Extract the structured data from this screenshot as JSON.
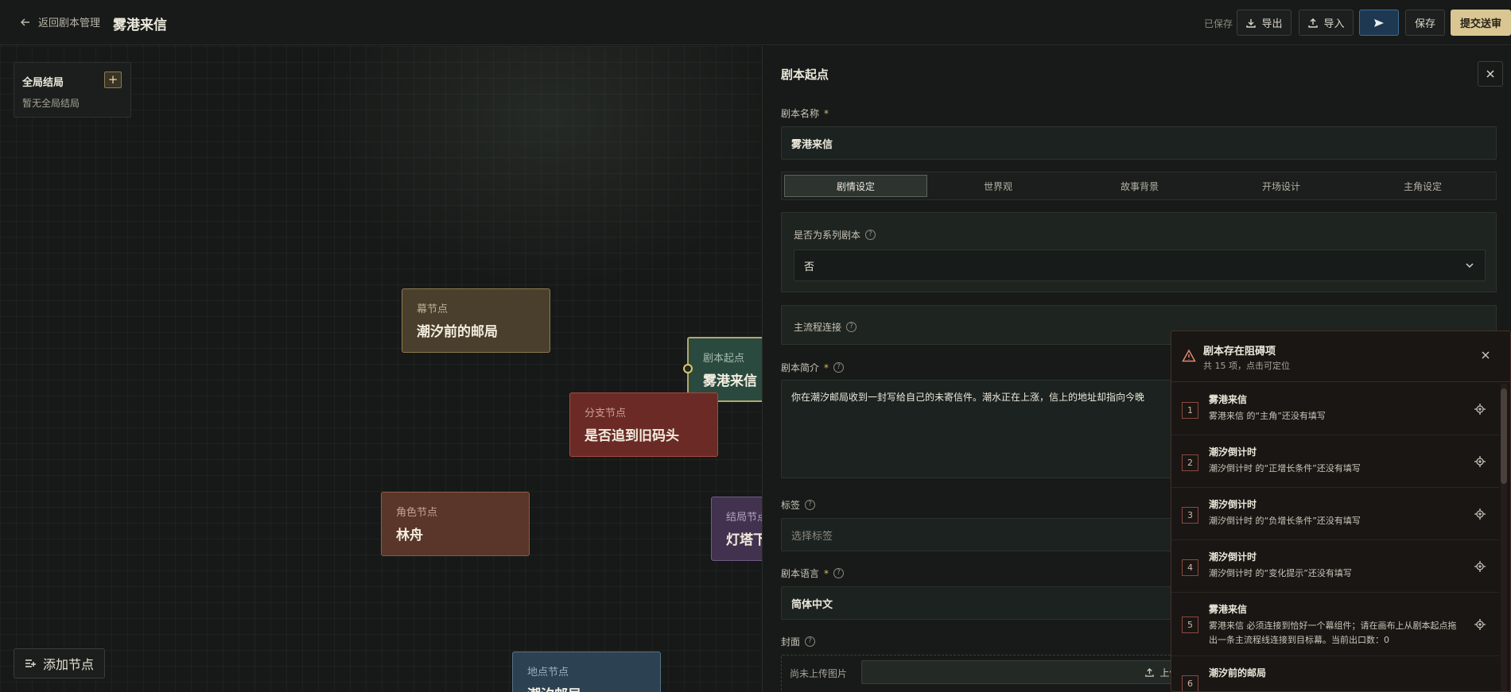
{
  "topbar": {
    "back_label": "返回剧本管理",
    "title": "雾港来信",
    "saved_status": "已保存",
    "export_label": "导出",
    "import_label": "导入",
    "save_label": "保存",
    "submit_label": "提交送审"
  },
  "canvas": {
    "global_title": "全局结局",
    "global_add": "+",
    "global_empty": "暂无全局结局",
    "add_node_label": "添加节点",
    "nodes": [
      {
        "type": "幕节点",
        "name": "潮汐前的邮局"
      },
      {
        "type": "剧本起点",
        "name": "雾港来信"
      },
      {
        "type": "分支节点",
        "name": "是否追到旧码头"
      },
      {
        "type": "角色节点",
        "name": "林舟"
      },
      {
        "type": "结局节点",
        "name": "灯塔下"
      },
      {
        "type": "地点节点",
        "name": "潮汐邮局"
      }
    ]
  },
  "panel": {
    "title": "剧本起点",
    "name_label": "剧本名称",
    "name_required": "*",
    "name_value": "雾港来信",
    "tabs": [
      "剧情设定",
      "世界观",
      "故事背景",
      "开场设计",
      "主角设定"
    ],
    "series_label": "是否为系列剧本",
    "series_value": "否",
    "flow_label": "主流程连接",
    "desc_label": "剧本简介",
    "desc_value": "你在潮汐邮局收到一封写给自己的未寄信件。潮水正在上涨，信上的地址却指向今晚",
    "tags_label": "标签",
    "tags_placeholder": "选择标签",
    "lang_label": "剧本语言",
    "lang_value": "简体中文",
    "cover_label": "封面",
    "cover_empty": "尚未上传图片",
    "upload_label": "上传图片"
  },
  "blocker": {
    "title": "剧本存在阻碍项",
    "subtitle": "共 15 项，点击可定位",
    "items": [
      {
        "num": "1",
        "name": "雾港来信",
        "msg": "雾港来信 的“主角”还没有填写"
      },
      {
        "num": "2",
        "name": "潮汐倒计时",
        "msg": "潮汐倒计时 的“正增长条件”还没有填写"
      },
      {
        "num": "3",
        "name": "潮汐倒计时",
        "msg": "潮汐倒计时 的“负增长条件”还没有填写"
      },
      {
        "num": "4",
        "name": "潮汐倒计时",
        "msg": "潮汐倒计时 的“变化提示”还没有填写"
      },
      {
        "num": "5",
        "name": "雾港来信",
        "msg": "雾港来信 必须连接到恰好一个幕组件；请在画布上从剧本起点拖出一条主流程线连接到目标幕。当前出口数：0"
      },
      {
        "num": "6",
        "name": "潮汐前的邮局",
        "msg": ""
      }
    ]
  },
  "colors": {
    "accent_gold": "#d9c693",
    "submit_icon_bg": "#1d3850",
    "warning": "#e0876e"
  }
}
